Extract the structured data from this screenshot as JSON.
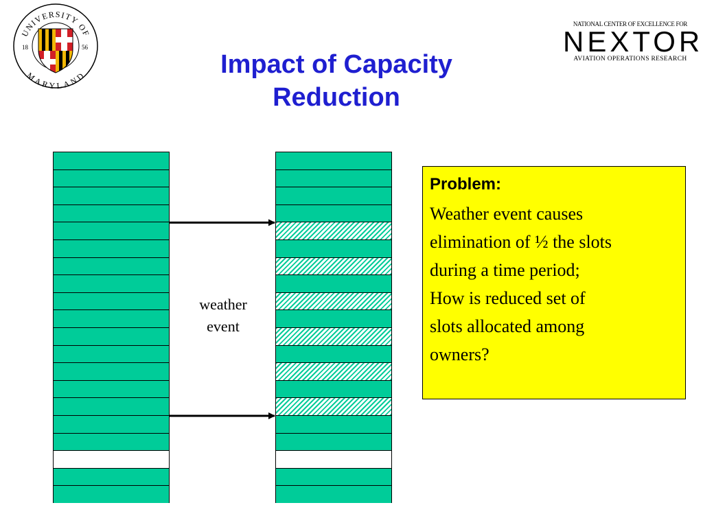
{
  "logo_left": {
    "text_top": "UNIVERSITY OF",
    "text_bottom": "MARYLAND",
    "year_left": "18",
    "year_right": "56"
  },
  "title": {
    "line1": "Impact of Capacity",
    "line2": "Reduction",
    "color": "#1f1fd0"
  },
  "logo_right": {
    "top": "NATIONAL CENTER OF EXCELLENCE FOR",
    "name": "NEXTOR",
    "bottom": "AVIATION OPERATIONS RESEARCH"
  },
  "diagram": {
    "slot_color": "#00cc99",
    "left_slots": [
      "filled",
      "filled",
      "filled",
      "filled",
      "filled",
      "filled",
      "filled",
      "filled",
      "filled",
      "filled",
      "filled",
      "filled",
      "filled",
      "filled",
      "filled",
      "filled",
      "filled",
      "empty",
      "filled",
      "filled"
    ],
    "right_slots": [
      "filled",
      "filled",
      "filled",
      "filled",
      "hatched",
      "filled",
      "hatched",
      "filled",
      "hatched",
      "filled",
      "hatched",
      "filled",
      "hatched",
      "filled",
      "hatched",
      "filled",
      "filled",
      "empty",
      "filled",
      "filled"
    ],
    "arrow_from_slots": [
      4,
      15
    ],
    "event_label": {
      "line1": "weather",
      "line2": "event"
    }
  },
  "problem_box": {
    "heading": "Problem:",
    "lines": [
      "Weather event causes",
      "elimination of ½ the slots",
      "during a time period;",
      "How is reduced set of",
      "slots allocated among",
      "owners?"
    ],
    "background": "#ffff00"
  }
}
